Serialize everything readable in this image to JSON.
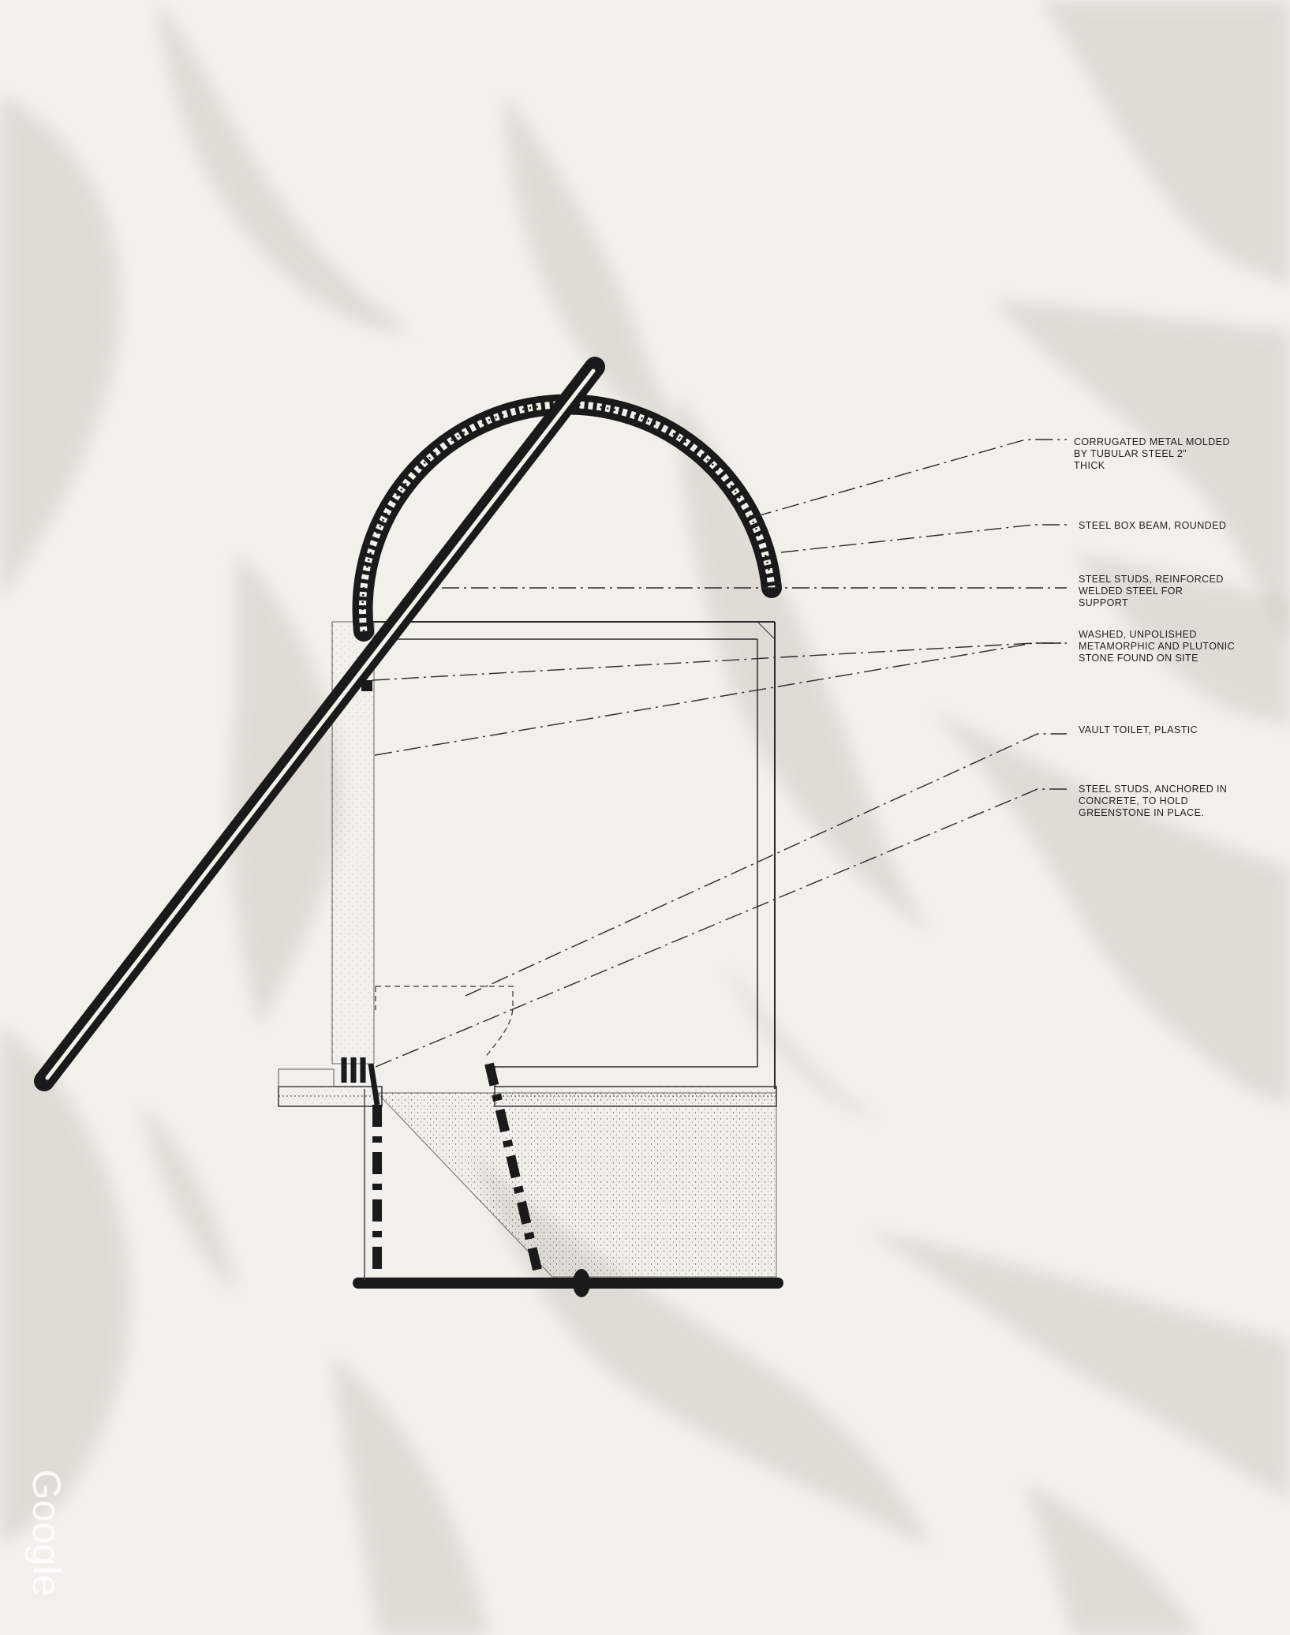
{
  "annotations": [
    {
      "id": "corrugated-metal",
      "text": "CORRUGATED METAL MOLDED\nBY TUBULAR STEEL 2\"\nTHICK"
    },
    {
      "id": "steel-box-beam",
      "text": "STEEL BOX BEAM, ROUNDED"
    },
    {
      "id": "steel-studs-reinforced",
      "text": "STEEL STUDS, REINFORCED\nWELDED STEEL FOR\nSUPPORT"
    },
    {
      "id": "washed-stone",
      "text": "WASHED, UNPOLISHED\nMETAMORPHIC AND PLUTONIC\nSTONE FOUND ON SITE"
    },
    {
      "id": "vault-toilet",
      "text": "VAULT TOILET, PLASTIC"
    },
    {
      "id": "steel-studs-anchored",
      "text": "STEEL STUDS, ANCHORED IN\nCONCRETE, TO HOLD\nGREENSTONE IN PLACE."
    }
  ],
  "watermark": "Google",
  "colors": {
    "background": "#f3f1ea",
    "terrain": "#d9d6d0",
    "ink": "#1a1a1a"
  }
}
